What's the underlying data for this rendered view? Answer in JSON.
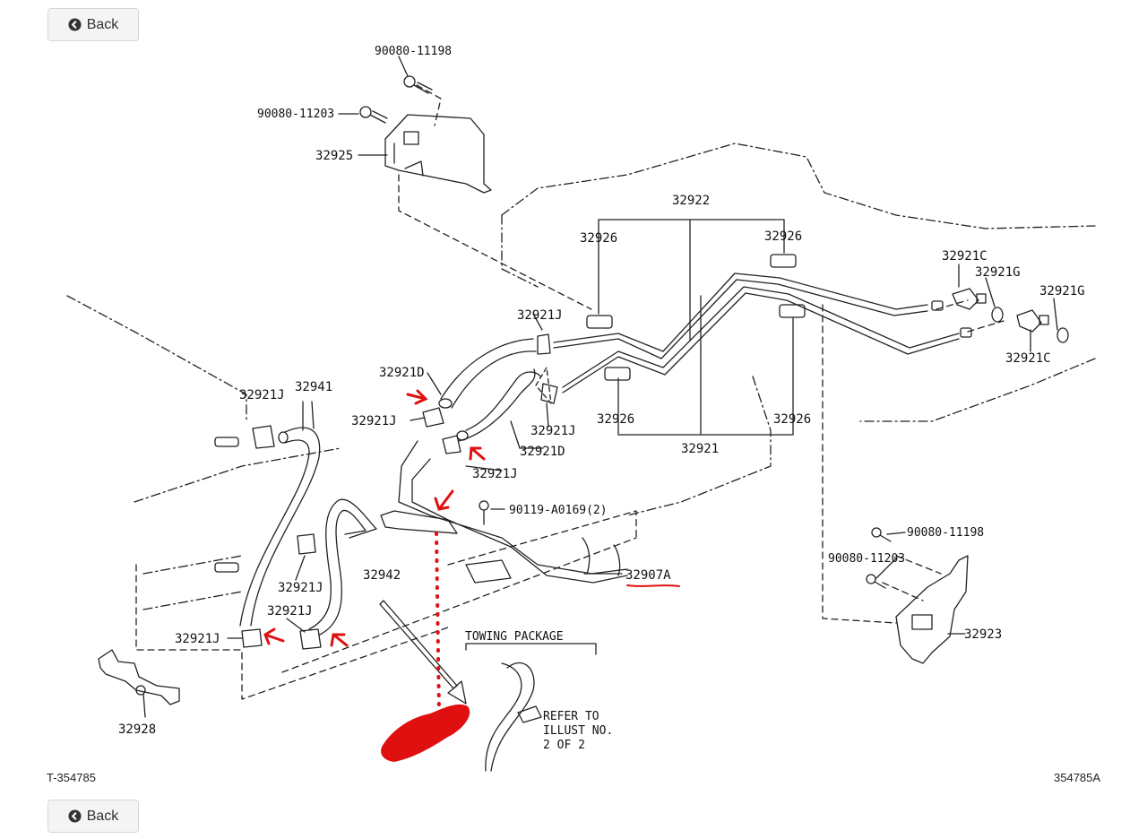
{
  "buttons": {
    "back_top": "Back",
    "back_bottom": "Back"
  },
  "icons": {
    "back": "circle-left-arrow-icon"
  },
  "colors": {
    "annotation": "#e01010",
    "lines": "#222222"
  },
  "diagram": {
    "parts": {
      "p1": "90080-11198",
      "p2": "90080-11203",
      "p3": "32925",
      "p4": "32922",
      "p5": "32926",
      "p6": "32926",
      "p7": "32921C",
      "p8": "32921G",
      "p9": "32921G",
      "p10": "32921C",
      "p11": "32921J",
      "p12": "32921D",
      "p13": "32921J",
      "p14": "32941",
      "p15": "32921J",
      "p16": "32926",
      "p17": "32926",
      "p18": "32921J",
      "p19": "32921D",
      "p20": "32921",
      "p21": "32921J",
      "p22": "90119-A0169(2)",
      "p23": "32907A",
      "p24": "32921J",
      "p25": "32942",
      "p26": "32921J",
      "p27": "32921J",
      "p28": "32928",
      "p29": "90080-11198",
      "p30": "90080-11203",
      "p31": "32923"
    },
    "towing_package": "TOWING PACKAGE",
    "refer": [
      "REFER TO",
      "ILLUST NO.",
      "2 OF 2"
    ]
  },
  "footer": {
    "ref_left": "T-354785",
    "ref_right": "354785A"
  }
}
